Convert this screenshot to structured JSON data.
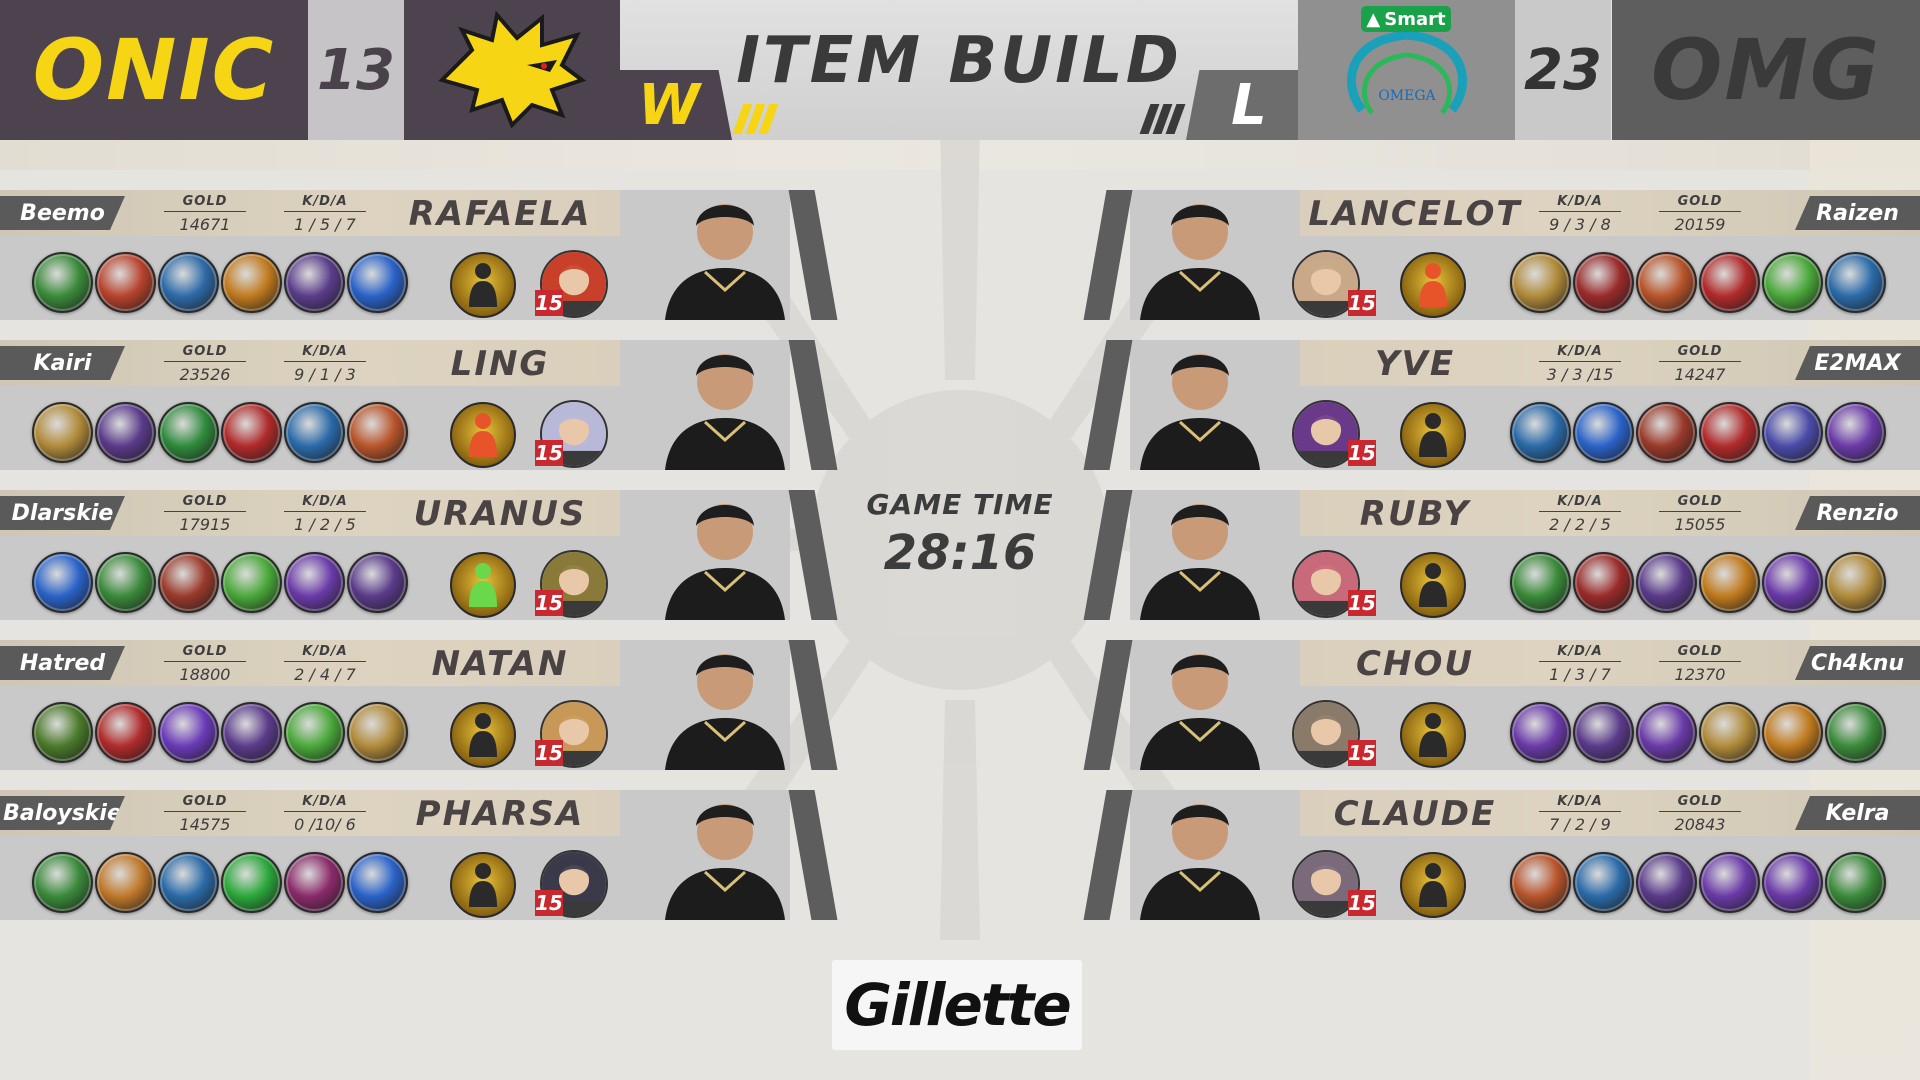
{
  "header": {
    "title": "ITEM BUILD",
    "left_team": {
      "name": "ONIC",
      "score": "13",
      "result": "W",
      "color": "#f5d514"
    },
    "right_team": {
      "name": "OMG",
      "score": "23",
      "result": "L",
      "sponsor": "Smart",
      "logo_text": "OMEGA"
    }
  },
  "game_time": {
    "label": "GAME TIME",
    "value": "28:16"
  },
  "sponsor": "Gillette",
  "stat_labels": {
    "gold": "GOLD",
    "kda": "K/D/A"
  },
  "left_players": [
    {
      "player": "Beemo",
      "hero": "RAFAELA",
      "gold": "14671",
      "kda": "1 / 5 / 7",
      "level": "15",
      "items": [
        "#3a8a3a",
        "#b8422c",
        "#2d6aa8",
        "#c07a1e",
        "#5a3c8a",
        "#2a62c8"
      ],
      "spell": "gold-spell-icon",
      "hero_color": "#c8402a"
    },
    {
      "player": "Kairi",
      "hero": "LING",
      "gold": "23526",
      "kda": "9 / 1 / 3",
      "level": "15",
      "items": [
        "#b08a3a",
        "#5a3a8a",
        "#2f8a3c",
        "#b02a2a",
        "#2a6aa8",
        "#b8542a"
      ],
      "spell": "red-spell-icon",
      "hero_color": "#b8b8d8"
    },
    {
      "player": "Dlarskie",
      "hero": "URANUS",
      "gold": "17915",
      "kda": "1 / 2 / 5",
      "level": "15",
      "items": [
        "#2a62c8",
        "#3a8a3a",
        "#9a3a2a",
        "#4aa83a",
        "#6a3aa8",
        "#5a3a8a"
      ],
      "spell": "green-spell-icon",
      "hero_color": "#8a7a3a"
    },
    {
      "player": "Hatred",
      "hero": "NATAN",
      "gold": "18800",
      "kda": "2 / 4 / 7",
      "level": "15",
      "items": [
        "#4a7a2a",
        "#b02a2a",
        "#6a3ab8",
        "#5a3a8a",
        "#4aa83a",
        "#b08a3a"
      ],
      "spell": "gold-spell-icon",
      "hero_color": "#c89858"
    },
    {
      "player": "Baloyskie",
      "hero": "PHARSA",
      "gold": "14575",
      "kda": "0 /10/ 6",
      "level": "15",
      "items": [
        "#3a8a3a",
        "#c0782a",
        "#2a6aa8",
        "#2aa83a",
        "#8a2a6a",
        "#2a62c8"
      ],
      "spell": "gold-spell-icon",
      "hero_color": "#3a3a4a"
    }
  ],
  "right_players": [
    {
      "player": "Raizen",
      "hero": "LANCELOT",
      "gold": "20159",
      "kda": "9 / 3 / 8",
      "level": "15",
      "items": [
        "#b08a3a",
        "#9a2a2a",
        "#b8542a",
        "#b02a2a",
        "#4aa83a",
        "#2a6aa8"
      ],
      "spell": "red-spell-icon",
      "hero_color": "#c8a888"
    },
    {
      "player": "E2MAX",
      "hero": "YVE",
      "gold": "14247",
      "kda": "3 / 3 /15",
      "level": "15",
      "items": [
        "#2a6aa8",
        "#2a62c8",
        "#9a3a2a",
        "#b02a2a",
        "#4a4aa8",
        "#6a3aa8"
      ],
      "spell": "gold-spell-icon",
      "hero_color": "#6a3a8a"
    },
    {
      "player": "Renzio",
      "hero": "RUBY",
      "gold": "15055",
      "kda": "2 / 2 / 5",
      "level": "15",
      "items": [
        "#3a8a3a",
        "#9a2a2a",
        "#5a3a8a",
        "#c07a1e",
        "#6a3aa8",
        "#b08a3a"
      ],
      "spell": "gold-spell-icon",
      "hero_color": "#c86a7a"
    },
    {
      "player": "Ch4knu",
      "hero": "CHOU",
      "gold": "12370",
      "kda": "1 / 3 / 7",
      "level": "15",
      "items": [
        "#6a3aa8",
        "#5a3a8a",
        "#6a3aa8",
        "#b08a3a",
        "#c07a1e",
        "#3a8a3a"
      ],
      "spell": "gold-spell-icon",
      "hero_color": "#8a7a6a"
    },
    {
      "player": "Kelra",
      "hero": "CLAUDE",
      "gold": "20843",
      "kda": "7 / 2 / 9",
      "level": "15",
      "items": [
        "#b8542a",
        "#2a6aa8",
        "#5a3a8a",
        "#6a3aa8",
        "#6a3aa8",
        "#3a8a3a"
      ],
      "spell": "gold-spell-icon",
      "hero_color": "#7a6a7a"
    }
  ]
}
